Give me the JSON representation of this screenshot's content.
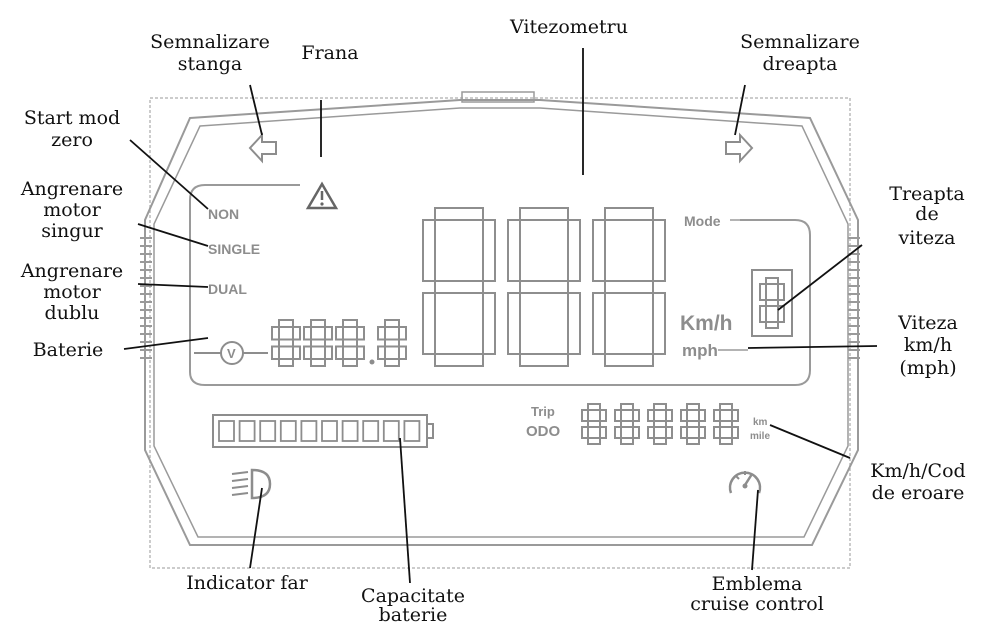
{
  "callouts": {
    "semnalizare_stanga": [
      "Semnalizare",
      "stanga"
    ],
    "frana": "Frana",
    "vitezometru": "Vitezometru",
    "semnalizare_dreapta": [
      "Semnalizare",
      "dreapta"
    ],
    "start_mod_zero": [
      "Start mod",
      "zero"
    ],
    "angrenare_motor_singur": [
      "Angrenare",
      "motor",
      "singur"
    ],
    "angrenare_motor_dublu": [
      "Angrenare",
      "motor",
      "dublu"
    ],
    "baterie": "Baterie",
    "treapta_de_viteza": [
      "Treapta",
      "de",
      "viteza"
    ],
    "viteza_kmh_mph": [
      "Viteza",
      "km/h",
      "(mph)"
    ],
    "kmh_cod_eroare": [
      "Km/h/Cod",
      "de eroare"
    ],
    "indicator_far": "Indicator far",
    "capacitate_baterie": [
      "Capacitate",
      "baterie"
    ],
    "emblema_cruise_control": [
      "Emblema",
      "cruise control"
    ]
  },
  "display": {
    "non": "NON",
    "single": "SINGLE",
    "dual": "DUAL",
    "mode": "Mode",
    "kmh": "Km/h",
    "mph": "mph",
    "trip": "Trip",
    "odo": "ODO",
    "km": "km",
    "mile": "mile",
    "volt": "V",
    "battery_segments": 10
  },
  "colors": {
    "lcd_gray": "#8d8d8d",
    "text": "#111111",
    "background": "#ffffff"
  }
}
